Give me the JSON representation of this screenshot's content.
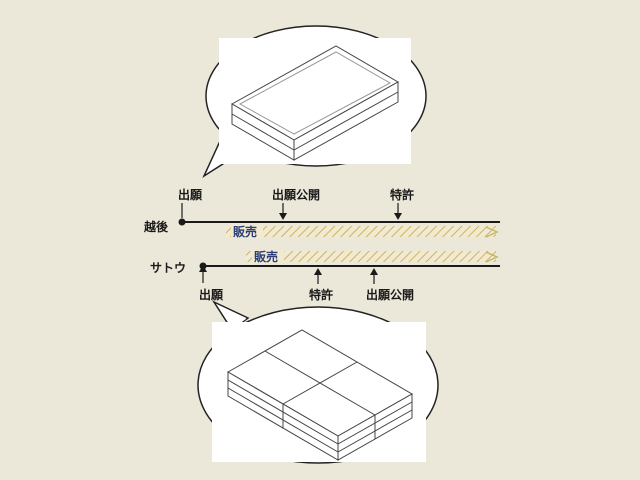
{
  "timeline_top": {
    "company": "越後",
    "events": [
      {
        "label": "出願"
      },
      {
        "label": "出願公開"
      },
      {
        "label": "特許"
      }
    ],
    "sale_label": "販売"
  },
  "timeline_bottom": {
    "company": "サトウ",
    "events": [
      {
        "label": "出願"
      },
      {
        "label": "特許"
      },
      {
        "label": "出願公開"
      }
    ],
    "sale_label": "販売"
  },
  "colors": {
    "background": "#ece8d9",
    "sale_hatch": "#c8b46a",
    "sale_text": "#2a3f7a",
    "line": "#1a1a1a"
  }
}
